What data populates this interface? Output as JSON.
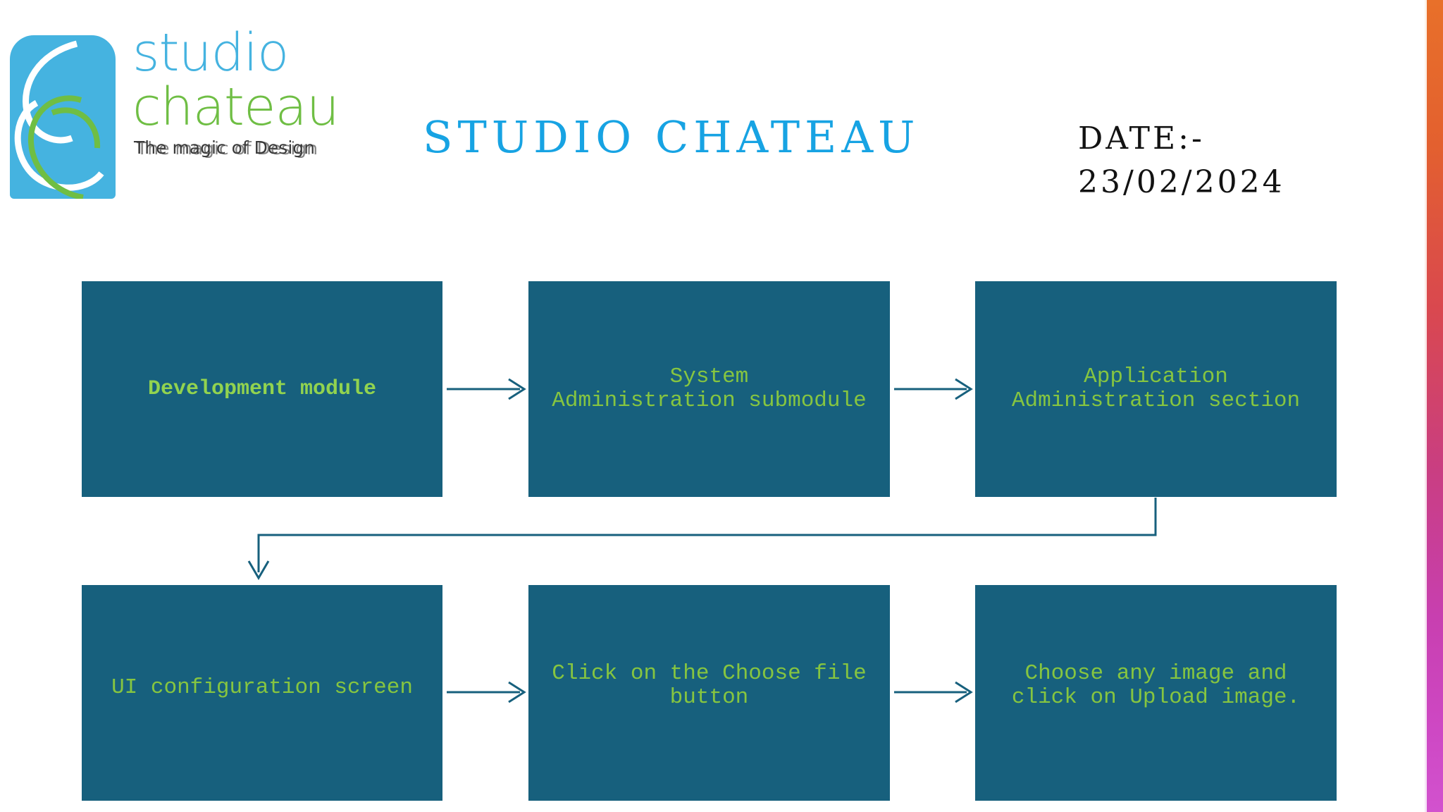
{
  "slide": {
    "title": "STUDIO CHATEAU",
    "date_label": "DATE:-",
    "date_value": "23/02/2024",
    "background_color": "#FFFFFF"
  },
  "logo": {
    "name_line1": "studio",
    "name_line2": "chateau",
    "tagline": "The magic of Design",
    "tagline_ghost": "The magic of Design",
    "mark_color": "#45B3E0",
    "studio_color": "#45B3E0",
    "chateau_color": "#6FBE44",
    "tagline_color": "#3A3A3A"
  },
  "theme": {
    "box_fill": "#17607D",
    "box_text": "#86C540",
    "box_text_emphasis": "#92D34F",
    "title_color": "#17A3E3",
    "date_color": "#121212",
    "connector_color": "#17607D",
    "edge_gradient_top": "#E8702A",
    "edge_gradient_bottom": "#D252CE"
  },
  "flowchart": {
    "type": "process-flow",
    "rows": 2,
    "columns": 3,
    "nodes": [
      {
        "id": "n1",
        "label": "Development module",
        "row": 1,
        "column": 1,
        "emphasis": true
      },
      {
        "id": "n2",
        "label": "System\nAdministration submodule",
        "row": 1,
        "column": 2,
        "emphasis": false
      },
      {
        "id": "n3",
        "label": "Application\nAdministration section",
        "row": 1,
        "column": 3,
        "emphasis": false
      },
      {
        "id": "n4",
        "label": "UI configuration screen",
        "row": 2,
        "column": 1,
        "emphasis": false
      },
      {
        "id": "n5",
        "label": "Click on the Choose file\nbutton",
        "row": 2,
        "column": 2,
        "emphasis": false
      },
      {
        "id": "n6",
        "label": "Choose any image and\nclick on Upload image.",
        "row": 2,
        "column": 3,
        "emphasis": false
      }
    ],
    "edges": [
      {
        "from": "n1",
        "to": "n2",
        "style": "straight-right"
      },
      {
        "from": "n2",
        "to": "n3",
        "style": "straight-right"
      },
      {
        "from": "n3",
        "to": "n4",
        "style": "elbow-down-left-down"
      },
      {
        "from": "n4",
        "to": "n5",
        "style": "straight-right"
      },
      {
        "from": "n5",
        "to": "n6",
        "style": "straight-right"
      }
    ]
  }
}
